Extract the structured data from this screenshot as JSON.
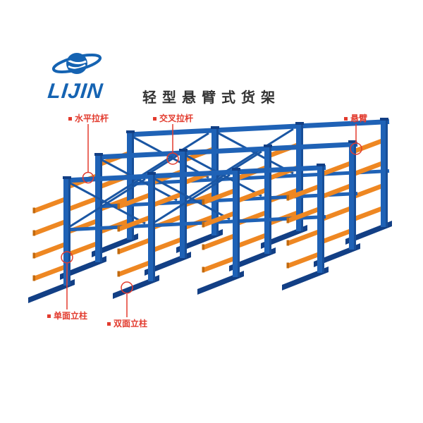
{
  "page": {
    "background_color": "#ffffff"
  },
  "logo": {
    "text": "LIJIN",
    "color": "#1563b2"
  },
  "header": {
    "title": "轻型悬臂式货架"
  },
  "diagram": {
    "type": "isometric-product-illustration",
    "subject": "cantilever storage rack",
    "colors": {
      "column_blue": "#1f62b6",
      "beam_blue": "#1f62b6",
      "brace_blue": "#1a56a3",
      "base_blue_dark": "#123f85",
      "arm_orange": "#ee8722",
      "arm_orange_dark": "#c26a0e",
      "callout_red": "#e23b2e"
    },
    "callouts": [
      {
        "id": "horizontal-tie-rod",
        "label": "水平拉杆"
      },
      {
        "id": "cross-tie-rod",
        "label": "交叉拉杆"
      },
      {
        "id": "cantilever-arm",
        "label": "悬臂"
      },
      {
        "id": "single-sided-upright",
        "label": "单面立柱"
      },
      {
        "id": "double-sided-upright",
        "label": "双面立柱"
      }
    ]
  }
}
